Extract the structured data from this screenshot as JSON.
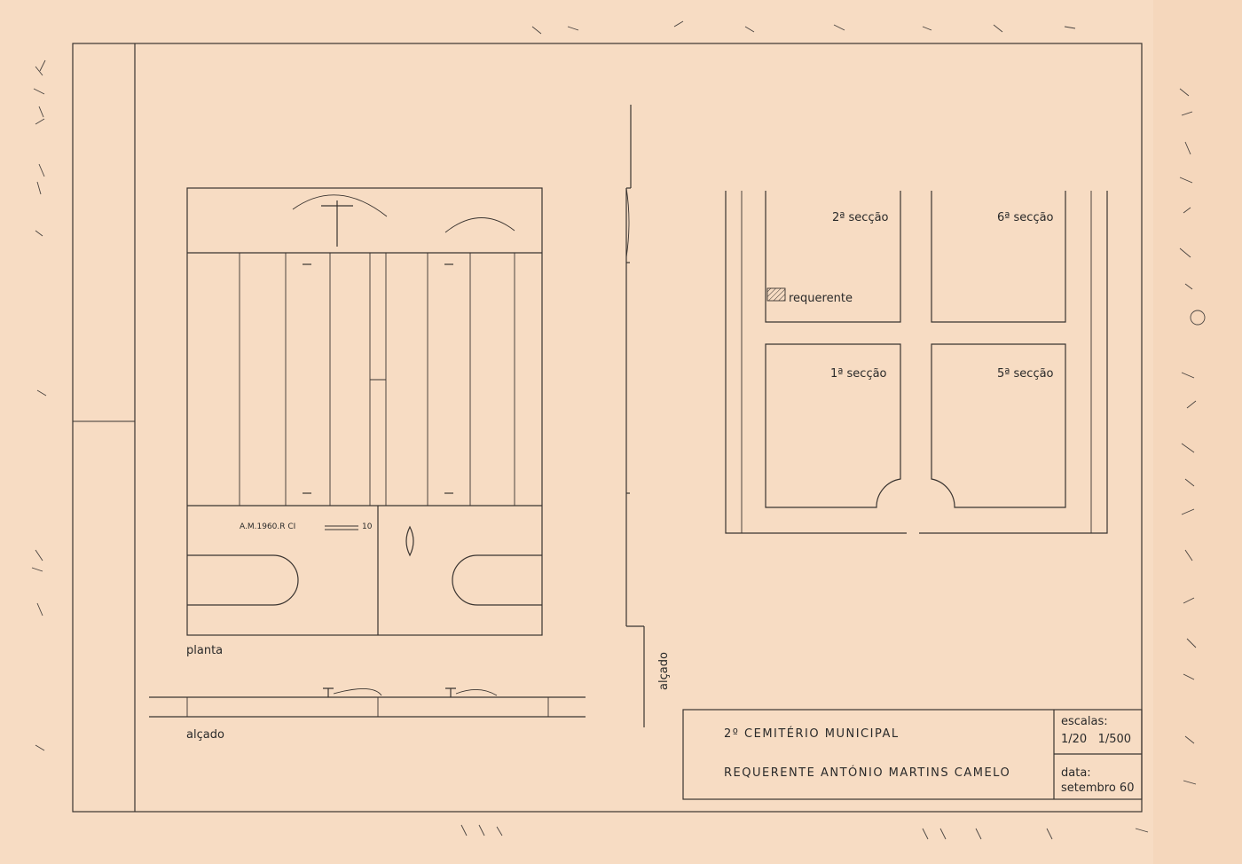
{
  "colors": {
    "paper": "#f7dcc3",
    "ink": "#3a3430"
  },
  "plan": {
    "label": "planta",
    "inscription": "A.M.1960.R CI",
    "inscription_num": "10"
  },
  "elevation": {
    "label": "alçado"
  },
  "side_elevation": {
    "label": "alçado"
  },
  "site": {
    "sections": [
      "2ª secção",
      "6ª secção",
      "1ª secção",
      "5ª secção"
    ],
    "hatch_label": "requerente"
  },
  "title_block": {
    "title": "2º CEMITÉRIO MUNICIPAL",
    "subtitle": "REQUERENTE ANTÓNIO MARTINS CAMELO",
    "scales_label": "escalas:",
    "scales_value": "1/20   1/500",
    "date_label": "data:",
    "date_value": "setembro 60"
  }
}
